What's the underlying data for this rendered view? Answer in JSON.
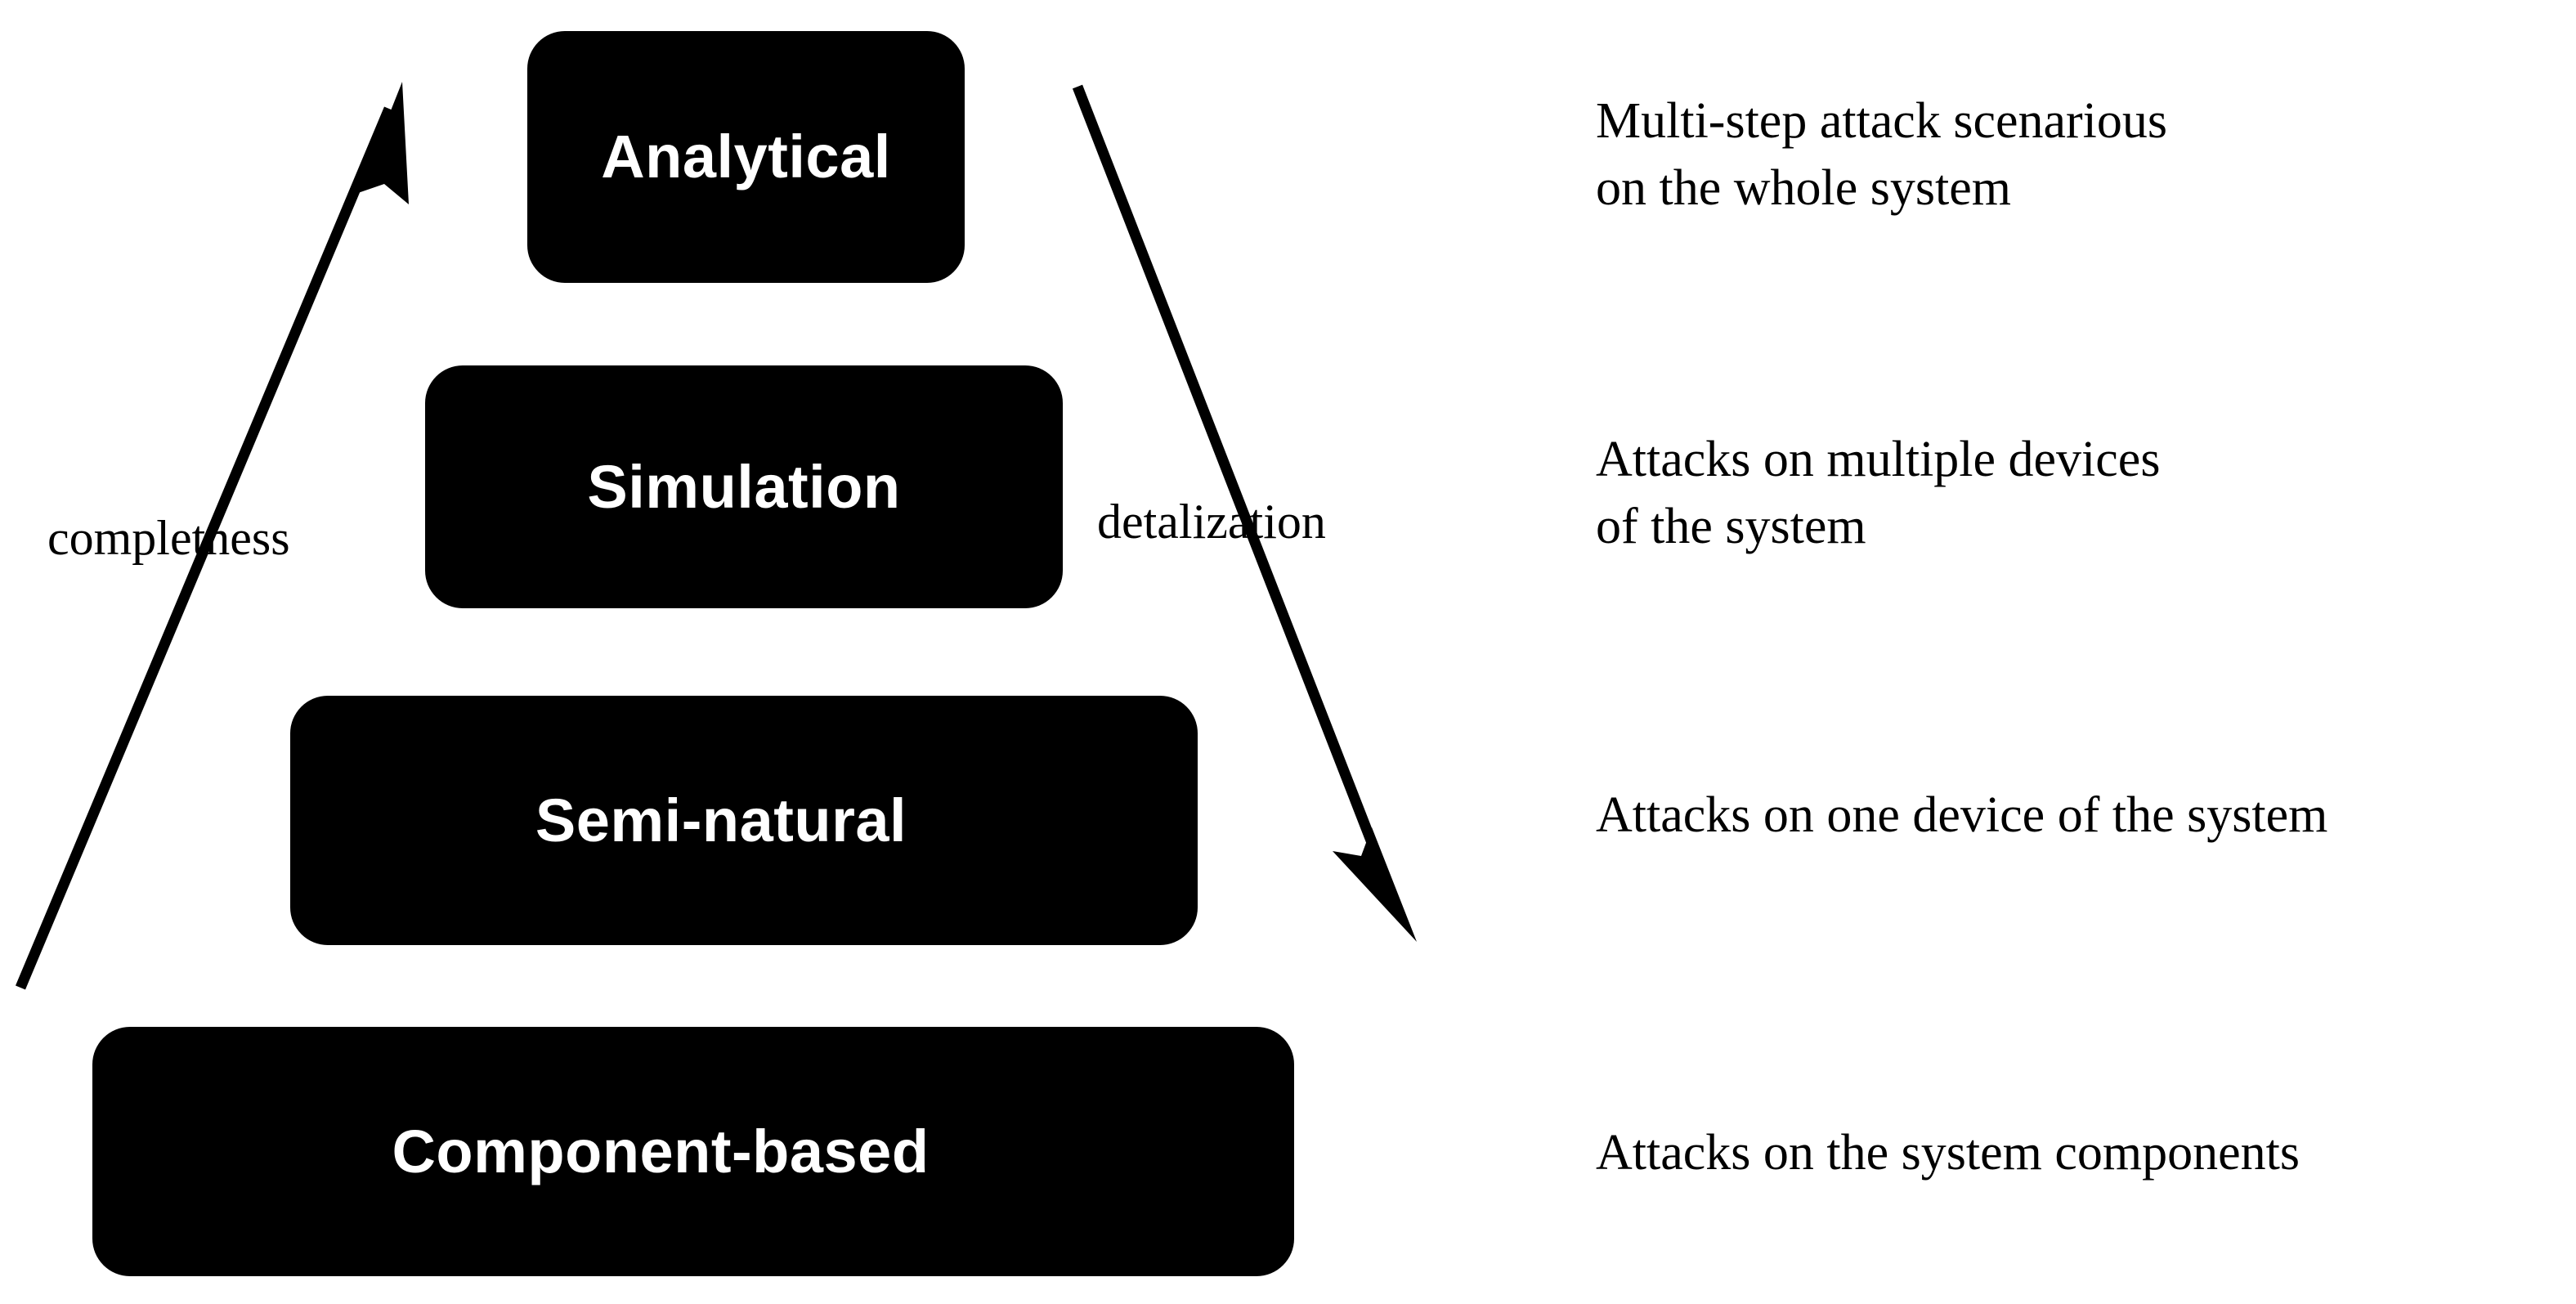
{
  "diagram": {
    "title": "Attack modeling approaches pyramid",
    "background_color": "#ffffff",
    "box_color": "#000000",
    "box_text_color": "#ffffff"
  },
  "levels": [
    {
      "label": "Analytical",
      "annotation": "Multi-step attack scenarious\non the whole system"
    },
    {
      "label": "Simulation",
      "annotation": "Attacks on multiple devices\nof the system"
    },
    {
      "label": "Semi-natural",
      "annotation": "Attacks on one device of the system"
    },
    {
      "label": "Component-based",
      "annotation": "Attacks on the system components"
    }
  ],
  "axes": {
    "left": {
      "label": "completness",
      "direction": "up",
      "from": [
        25,
        1208
      ],
      "to": [
        490,
        105
      ]
    },
    "right": {
      "label": "detalization",
      "direction": "down",
      "from": [
        1318,
        106
      ],
      "to": [
        1725,
        1150
      ]
    }
  }
}
